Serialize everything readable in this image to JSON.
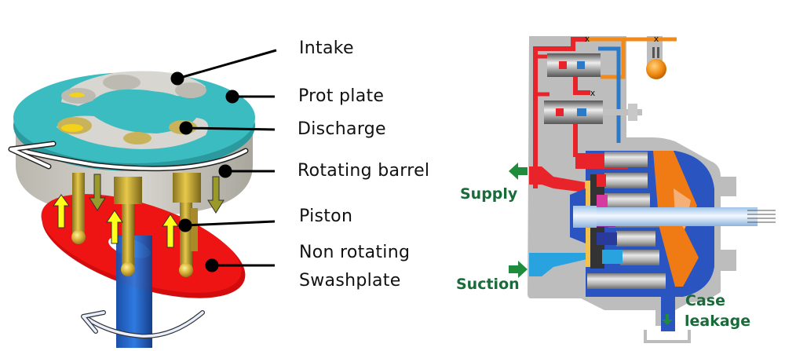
{
  "left_diagram": {
    "title": "Axial piston pump components",
    "callouts": [
      {
        "id": "intake",
        "label": "Intake"
      },
      {
        "id": "port-plate",
        "label": "Prot plate"
      },
      {
        "id": "discharge",
        "label": "Discharge"
      },
      {
        "id": "rotating-barrel",
        "label": "Rotating barrel"
      },
      {
        "id": "piston",
        "label": "Piston"
      },
      {
        "id": "swashplate",
        "label_line1": "Non rotating",
        "label_line2": "Swashplate"
      }
    ],
    "colors": {
      "port_plate": "#3bbcc0",
      "barrel": "#c8c6c0",
      "piston": "#c9a92e",
      "swashplate": "#e01010",
      "shaft": "#1f63c6",
      "arrow_up": "#ffff1a",
      "arrow_down": "#9a9a2a"
    }
  },
  "right_diagram": {
    "title": "Variable displacement pump cross-section",
    "labels": {
      "supply": "Supply",
      "suction": "Suction",
      "case_line1": "Case",
      "case_line2": "leakage"
    },
    "colors": {
      "housing": "#bdbdbd",
      "high_pressure": "#e8232a",
      "suction": "#29a3e0",
      "case": "#2a55c0",
      "control": "#f28a1a",
      "swashplate": "#f07a14",
      "label_green": "#1a6b3a",
      "flow_arrow": "#1e8c3a"
    }
  }
}
